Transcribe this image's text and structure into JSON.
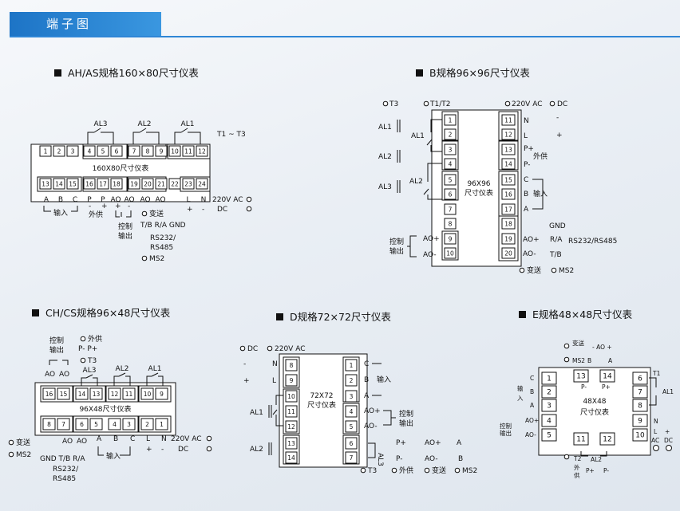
{
  "header": {
    "title": "端子图"
  },
  "sections": {
    "ah": "AH/AS规格160×80尺寸仪表",
    "b": "B规格96×96尺寸仪表",
    "ch": "CH/CS规格96×48尺寸仪表",
    "d": "D规格72×72尺寸仪表",
    "e": "E规格48×48尺寸仪表"
  },
  "ah": {
    "top_terms": [
      "1",
      "2",
      "3",
      "4",
      "5",
      "6",
      "7",
      "8",
      "9",
      "10",
      "11",
      "12"
    ],
    "bot_terms": [
      "13",
      "14",
      "15",
      "16",
      "17",
      "18",
      "19",
      "20",
      "21",
      "22",
      "23",
      "24"
    ],
    "center": "160X80尺寸仪表",
    "al3": "AL3",
    "al2": "AL2",
    "al1": "AL1",
    "t1t3": "T1 ~ T3",
    "a": "A",
    "b": "B",
    "c": "C",
    "p1": "P",
    "p2": "P",
    "ao1": "AO",
    "ao2": "AO",
    "ao3": "AO",
    "ao4": "AO",
    "l": "L",
    "n": "N",
    "v220": "220V AC",
    "dc": "DC",
    "minus1": "-",
    "plus1": "+",
    "minus2": "-",
    "plus2": "+",
    "plus3": "+",
    "minus3": "-",
    "input": "输入",
    "supply": "外供",
    "ctrl1": "控制",
    "ctrl2": "输出",
    "transmit": "变送",
    "tbra": "T/B R/A GND",
    "rs1": "RS232/",
    "rs2": "RS485",
    "ms2": "MS2"
  },
  "b": {
    "left_terms": [
      "1",
      "2",
      "3",
      "4",
      "5",
      "6",
      "7",
      "8",
      "9",
      "10"
    ],
    "right_terms": [
      "11",
      "12",
      "13",
      "14",
      "15",
      "16",
      "17",
      "18",
      "19",
      "20"
    ],
    "center1": "96X96",
    "center2": "尺寸仪表",
    "t3": "T3",
    "t1t2": "T1/T2",
    "v220": "220V AC",
    "dc": "DC",
    "al1a": "AL1",
    "al1b": "AL1",
    "al2a": "AL2",
    "al2b": "AL2",
    "al3a": "AL3",
    "n": "N",
    "l": "L",
    "minus": "-",
    "plus": "+",
    "pplus": "P+",
    "pminus": "P-",
    "supply": "外供",
    "c": "C",
    "bb": "B",
    "a": "A",
    "input": "输入",
    "gnd": "GND",
    "aoplus_l": "AO+",
    "aominus_l": "AO-",
    "ctrl1": "控制",
    "ctrl2": "输出",
    "aoplus_r": "AO+",
    "aominus_r": "AO-",
    "ra": "R/A",
    "tb": "T/B",
    "rs": "RS232/RS485",
    "transmit": "变送",
    "ms2": "MS2"
  },
  "ch": {
    "top_terms": [
      "16",
      "15",
      "14",
      "13",
      "12",
      "11",
      "10",
      "9"
    ],
    "bot_terms": [
      "8",
      "7",
      "6",
      "5",
      "4",
      "3",
      "2",
      "1"
    ],
    "center": "96X48尺寸仪表",
    "ctrl1": "控制",
    "ctrl2": "输出",
    "supply": "外供",
    "pm": "P-  P+",
    "t3": "T3",
    "ao1": "AO",
    "ao2": "AO",
    "al3": "AL3",
    "al2": "AL2",
    "al1": "AL1",
    "transmit": "变送",
    "ms2": "MS2",
    "bao1": "AO",
    "bao2": "AO",
    "a": "A",
    "b": "B",
    "c": "C",
    "l": "L",
    "n": "N",
    "v220": "220V AC",
    "dc": "DC",
    "plus": "+",
    "minus": "-",
    "gtr": "GND T/B R/A",
    "input": "输入",
    "rs1": "RS232/",
    "rs2": "RS485"
  },
  "d": {
    "left_terms": [
      "8",
      "9",
      "10",
      "11",
      "12",
      "13",
      "14"
    ],
    "right_terms": [
      "1",
      "2",
      "3",
      "4",
      "5",
      "6",
      "7"
    ],
    "center1": "72X72",
    "center2": "尺寸仪表",
    "dc": "DC",
    "v220": "220V AC",
    "n": "N",
    "l": "L",
    "minus": "-",
    "plus": "+",
    "al1": "AL1",
    "al2": "AL2",
    "al3": "AL3",
    "c": "C",
    "b": "B",
    "a": "A",
    "input": "输入",
    "aoplus": "AO+",
    "aominus": "AO-",
    "ctrl1": "控制",
    "ctrl2": "输出",
    "pplus": "P+",
    "pminus": "P-",
    "aop2": "AO+",
    "aom2": "AO-",
    "a2": "A",
    "b2": "B",
    "t3": "T3",
    "supply": "外供",
    "transmit": "变送",
    "ms2": "MS2"
  },
  "e": {
    "terms": [
      "13",
      "14",
      "1",
      "2",
      "3",
      "4",
      "5",
      "11",
      "12",
      "6",
      "7",
      "8",
      "9",
      "10"
    ],
    "center1": "48X48",
    "center2": "尺寸仪表",
    "transmit": "变送",
    "aoplus_top": "- AO +",
    "ms2": "MS2",
    "b": "B",
    "a": "A",
    "pm": "P-",
    "pp": "P+",
    "c": "C",
    "bb": "B",
    "aa": "A",
    "input1": "输",
    "input2": "入",
    "aoplus": "AO+",
    "aominus": "AO-",
    "ctrl1": "控制",
    "ctrl2": "输出",
    "t1": "T1",
    "al1": "AL1",
    "n": "N",
    "l": "L",
    "plus": "+",
    "ac": "AC",
    "dc": "DC",
    "t2": "T2",
    "al2": "AL2",
    "ext1": "外",
    "ext2": "供",
    "pp2": "P+",
    "pm2": "P-"
  }
}
